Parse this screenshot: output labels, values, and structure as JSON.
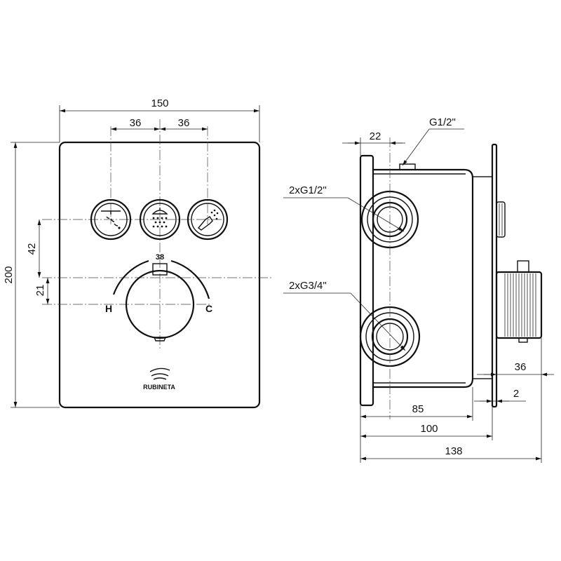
{
  "front_view": {
    "dim_width": "150",
    "dim_spacing_left": "36",
    "dim_spacing_right": "36",
    "dim_height": "200",
    "dim_button_offset": "42",
    "dim_knob_offset": "21",
    "temp_mark": "38",
    "hot_label": "H",
    "cold_label": "C",
    "brand": "RUBINETA"
  },
  "side_view": {
    "dim_top": "22",
    "thread_top": "G1/2\"",
    "thread_upper": "2xG1/2\"",
    "thread_lower": "2xG3/4\"",
    "dim_36": "36",
    "dim_2": "2",
    "dim_85": "85",
    "dim_100": "100",
    "dim_138": "138"
  }
}
